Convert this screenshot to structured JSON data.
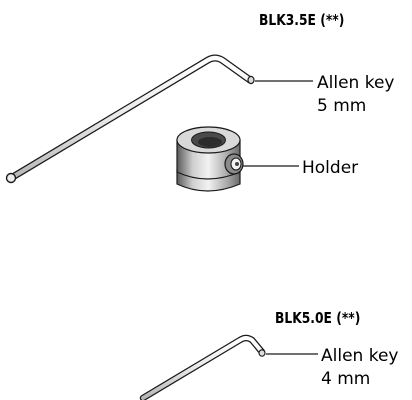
{
  "sections": [
    {
      "model": "BLK3.5E (**)",
      "callouts": [
        {
          "lines": [
            "Allen key",
            "5 mm"
          ]
        },
        {
          "lines": [
            "Holder"
          ]
        }
      ]
    },
    {
      "model": "BLK5.0E (**)",
      "callouts": [
        {
          "lines": [
            "Allen key",
            "4 mm"
          ]
        }
      ]
    }
  ],
  "icons": [
    "allen-key-5mm-icon",
    "holder-icon",
    "allen-key-4mm-icon"
  ],
  "colors": {
    "line": "#1a1a1a",
    "metal_light": "#e6e6e6",
    "metal_mid": "#9a9a9a",
    "metal_dark": "#555555"
  }
}
